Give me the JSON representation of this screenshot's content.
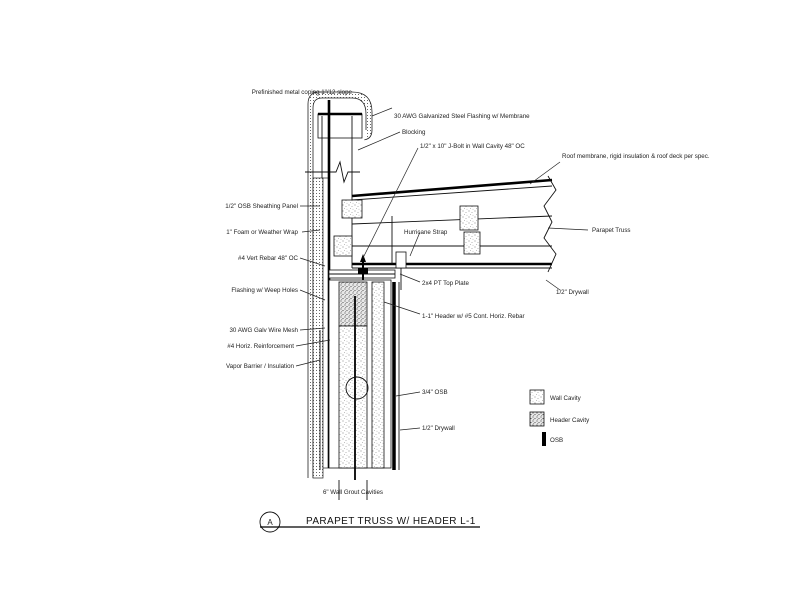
{
  "labels": {
    "top_note": "Prefinished metal coping 1\"/12 slope",
    "flashing_membrane": "30 AWG Galvanized Steel Flashing w/ Membrane",
    "blocking": "Blocking",
    "rebar_truss": "1/2\" x 10\" J-Bolt in Wall Cavity 48\" OC",
    "roof_membrane": "Roof membrane, rigid insulation & roof deck per spec.",
    "osb_panel": "1/2\" OSB Sheathing Panel",
    "foam_wrap": "1\" Foam or Weather Wrap",
    "vert_rebar": "#4 Vert Rebar 48\" OC",
    "hurricane_strap": "Hurricane Strap",
    "parapet_truss": "Parapet Truss",
    "top_plate": "2x4 PT Top Plate",
    "drywall_top": "1/2\" Drywall",
    "flashing_side": "Flashing w/ Weep Holes",
    "header": "1-1\" Header w/ #5 Cont. Horiz. Rebar",
    "galv_wire": "30 AWG Galv Wire Mesh",
    "horiz_reinf": "#4 Horiz. Reinforcement",
    "wall_insulation": "Vapor Barrier / Insulation",
    "osb_34": "3/4\" OSB",
    "drywall_bottom": "1/2\" Drywall",
    "wall_core": "6\" Wall Grout Cavities"
  },
  "legend": {
    "wall_cavity": "Wall Cavity",
    "header_cavity": "Header Cavity",
    "osb": "OSB"
  },
  "title": {
    "marker": "A",
    "text": "PARAPET TRUSS W/ HEADER L-1"
  }
}
